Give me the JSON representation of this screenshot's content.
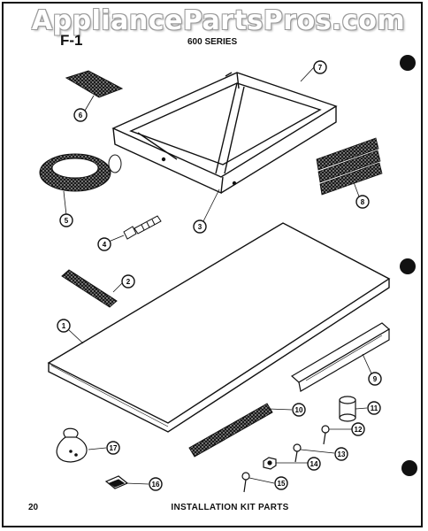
{
  "watermark": "AppliancePartsPros.com",
  "header": {
    "figure": "F-1",
    "series": "600 SERIES"
  },
  "footer": {
    "page_number": "20",
    "caption": "INSTALLATION KIT PARTS"
  },
  "callouts": [
    {
      "id": "1",
      "name": "callout-1-panel"
    },
    {
      "id": "2",
      "name": "callout-2-small-gasket"
    },
    {
      "id": "3",
      "name": "callout-3-frame"
    },
    {
      "id": "4",
      "name": "callout-4-bolt"
    },
    {
      "id": "5",
      "name": "callout-5-seal-roll"
    },
    {
      "id": "6",
      "name": "callout-6-foam-pad"
    },
    {
      "id": "7",
      "name": "callout-7-frame-top"
    },
    {
      "id": "8",
      "name": "callout-8-foam-strips"
    },
    {
      "id": "9",
      "name": "callout-9-angle-rail"
    },
    {
      "id": "10",
      "name": "callout-10-long-gasket"
    },
    {
      "id": "11",
      "name": "callout-11-cap"
    },
    {
      "id": "12",
      "name": "callout-12-screw"
    },
    {
      "id": "13",
      "name": "callout-13-screw"
    },
    {
      "id": "14",
      "name": "callout-14-nut"
    },
    {
      "id": "15",
      "name": "callout-15-screw"
    },
    {
      "id": "16",
      "name": "callout-16-clip"
    },
    {
      "id": "17",
      "name": "callout-17-hardware-bag"
    }
  ]
}
